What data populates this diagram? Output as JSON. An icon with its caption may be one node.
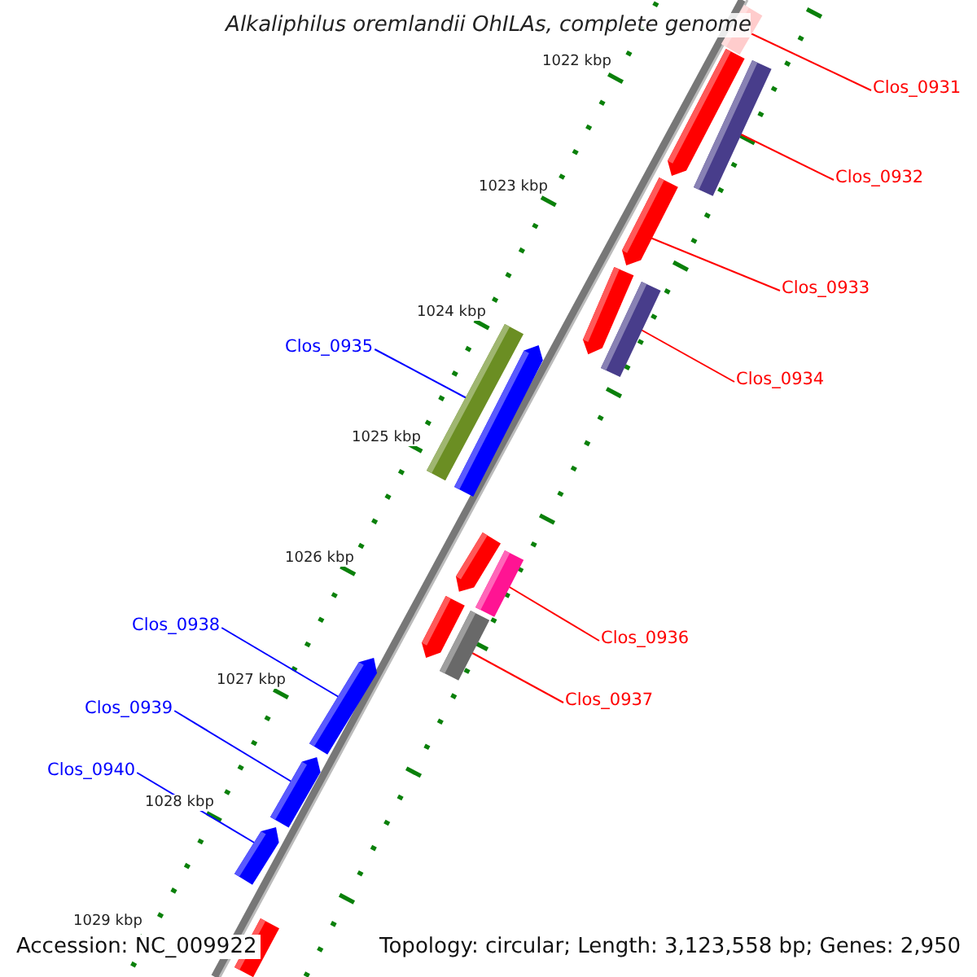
{
  "diagram": {
    "title": "Alkaliphilus oremlandii OhILAs, complete genome",
    "nodes": [
      {
        "text": [
          "Clos_0931"
        ]
      },
      {
        "text": [
          "Clos_0932"
        ]
      },
      {
        "text": [
          "Clos_0933"
        ]
      },
      {
        "text": [
          "Clos_0934"
        ]
      },
      {
        "text": [
          "Clos_0935"
        ]
      },
      {
        "text": [
          "Clos_0936"
        ]
      },
      {
        "text": [
          "Clos_0937"
        ]
      },
      {
        "text": [
          "Clos_0938"
        ]
      },
      {
        "text": [
          "Clos_0939"
        ]
      },
      {
        "text": [
          "Clos_0940"
        ]
      },
      {
        "text": [],
        "shape": "bar"
      },
      {
        "text": [],
        "shape": "bar"
      },
      {
        "text": [],
        "shape": "bar"
      },
      {
        "text": [],
        "shape": "bar"
      },
      {
        "text": [],
        "shape": "bar"
      },
      {
        "text": [],
        "shape": "bar"
      },
      {
        "text": [],
        "shape": "bar"
      },
      {
        "text": [],
        "shape": "bar"
      },
      {
        "text": [],
        "shape": "bar"
      },
      {
        "text": [],
        "shape": "bar"
      },
      {
        "text": [],
        "shape": "bar"
      },
      {
        "text": [],
        "shape": "bar"
      },
      {
        "text": [],
        "shape": "bar"
      },
      {
        "text": [],
        "shape": "bar"
      },
      {
        "text": [],
        "shape": "bar"
      },
      {
        "text": [],
        "shape": "bar"
      }
    ],
    "edges": [
      {
        "from": 0,
        "to": 10,
        "arrow": "none"
      },
      {
        "from": 1,
        "to": 12,
        "arrow": "none"
      },
      {
        "from": 2,
        "to": 13,
        "arrow": "none"
      },
      {
        "from": 3,
        "to": 15,
        "arrow": "none"
      },
      {
        "from": 4,
        "to": 16,
        "arrow": "none",
        "color": "#0000ff"
      },
      {
        "from": 5,
        "to": 19,
        "arrow": "none"
      },
      {
        "from": 6,
        "to": 21,
        "arrow": "none"
      },
      {
        "from": 7,
        "to": 22,
        "arrow": "none",
        "color": "#0000ff"
      },
      {
        "from": 8,
        "to": 23,
        "arrow": "none",
        "color": "#0000ff"
      },
      {
        "from": 9,
        "to": 24,
        "arrow": "none",
        "color": "#0000ff"
      }
    ],
    "labels": [
      "1022 kbp",
      "1023 kbp",
      "1024 kbp",
      "1025 kbp",
      "1026 kbp",
      "1027 kbp",
      "1028 kbp",
      "1029 kbp",
      "Accession: NC_009922",
      "Topology: circular; Length: 3,123,558 bp; Genes: 2,950"
    ]
  }
}
